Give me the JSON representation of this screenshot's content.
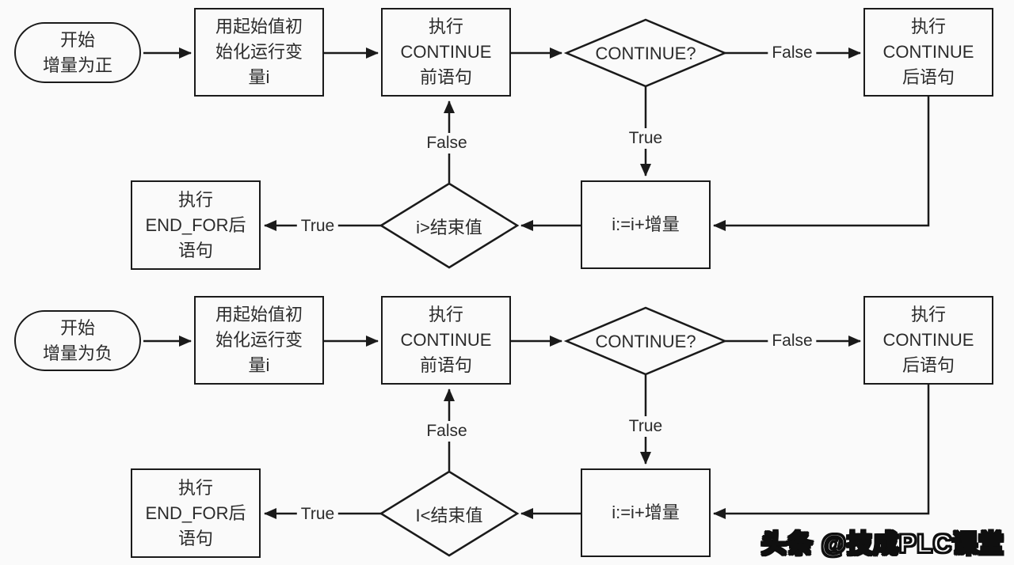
{
  "colors": {
    "background": "#fafafa",
    "line": "#1a1a1a",
    "text": "#2b2b2b",
    "watermark_fill": "#ffffff",
    "watermark_outline": "#0f0f0f"
  },
  "watermark": {
    "text": "头条 @技成PLC课堂"
  },
  "charts": [
    {
      "start": "开始\n增量为正",
      "init": "用起始值初\n始化运行变\n量i",
      "pre": "执行\nCONTINUE\n前语句",
      "continue_check": "CONTINUE?",
      "post": "执行\nCONTINUE\n后语句",
      "increment": "i:=i+增量",
      "end_check": "i>结束值",
      "end_stmt": "执行\nEND_FOR后\n语句",
      "labels": {
        "continue_false": "False",
        "continue_true": "True",
        "endcheck_true": "True",
        "endcheck_false": "False"
      }
    },
    {
      "start": "开始\n增量为负",
      "init": "用起始值初\n始化运行变\n量i",
      "pre": "执行\nCONTINUE\n前语句",
      "continue_check": "CONTINUE?",
      "post": "执行\nCONTINUE\n后语句",
      "increment": "i:=i+增量",
      "end_check": "I<结束值",
      "end_stmt": "执行\nEND_FOR后\n语句",
      "labels": {
        "continue_false": "False",
        "continue_true": "True",
        "endcheck_true": "True",
        "endcheck_false": "False"
      }
    }
  ]
}
